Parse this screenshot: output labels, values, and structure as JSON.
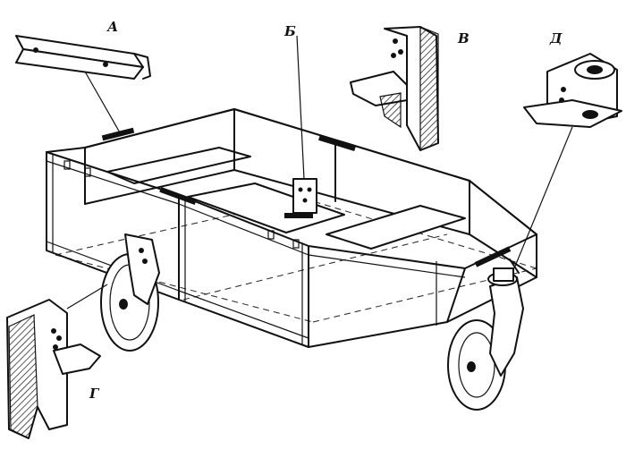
{
  "labels": {
    "a": "А",
    "b": "Б",
    "v": "В",
    "g": "Г",
    "d": "Д"
  }
}
